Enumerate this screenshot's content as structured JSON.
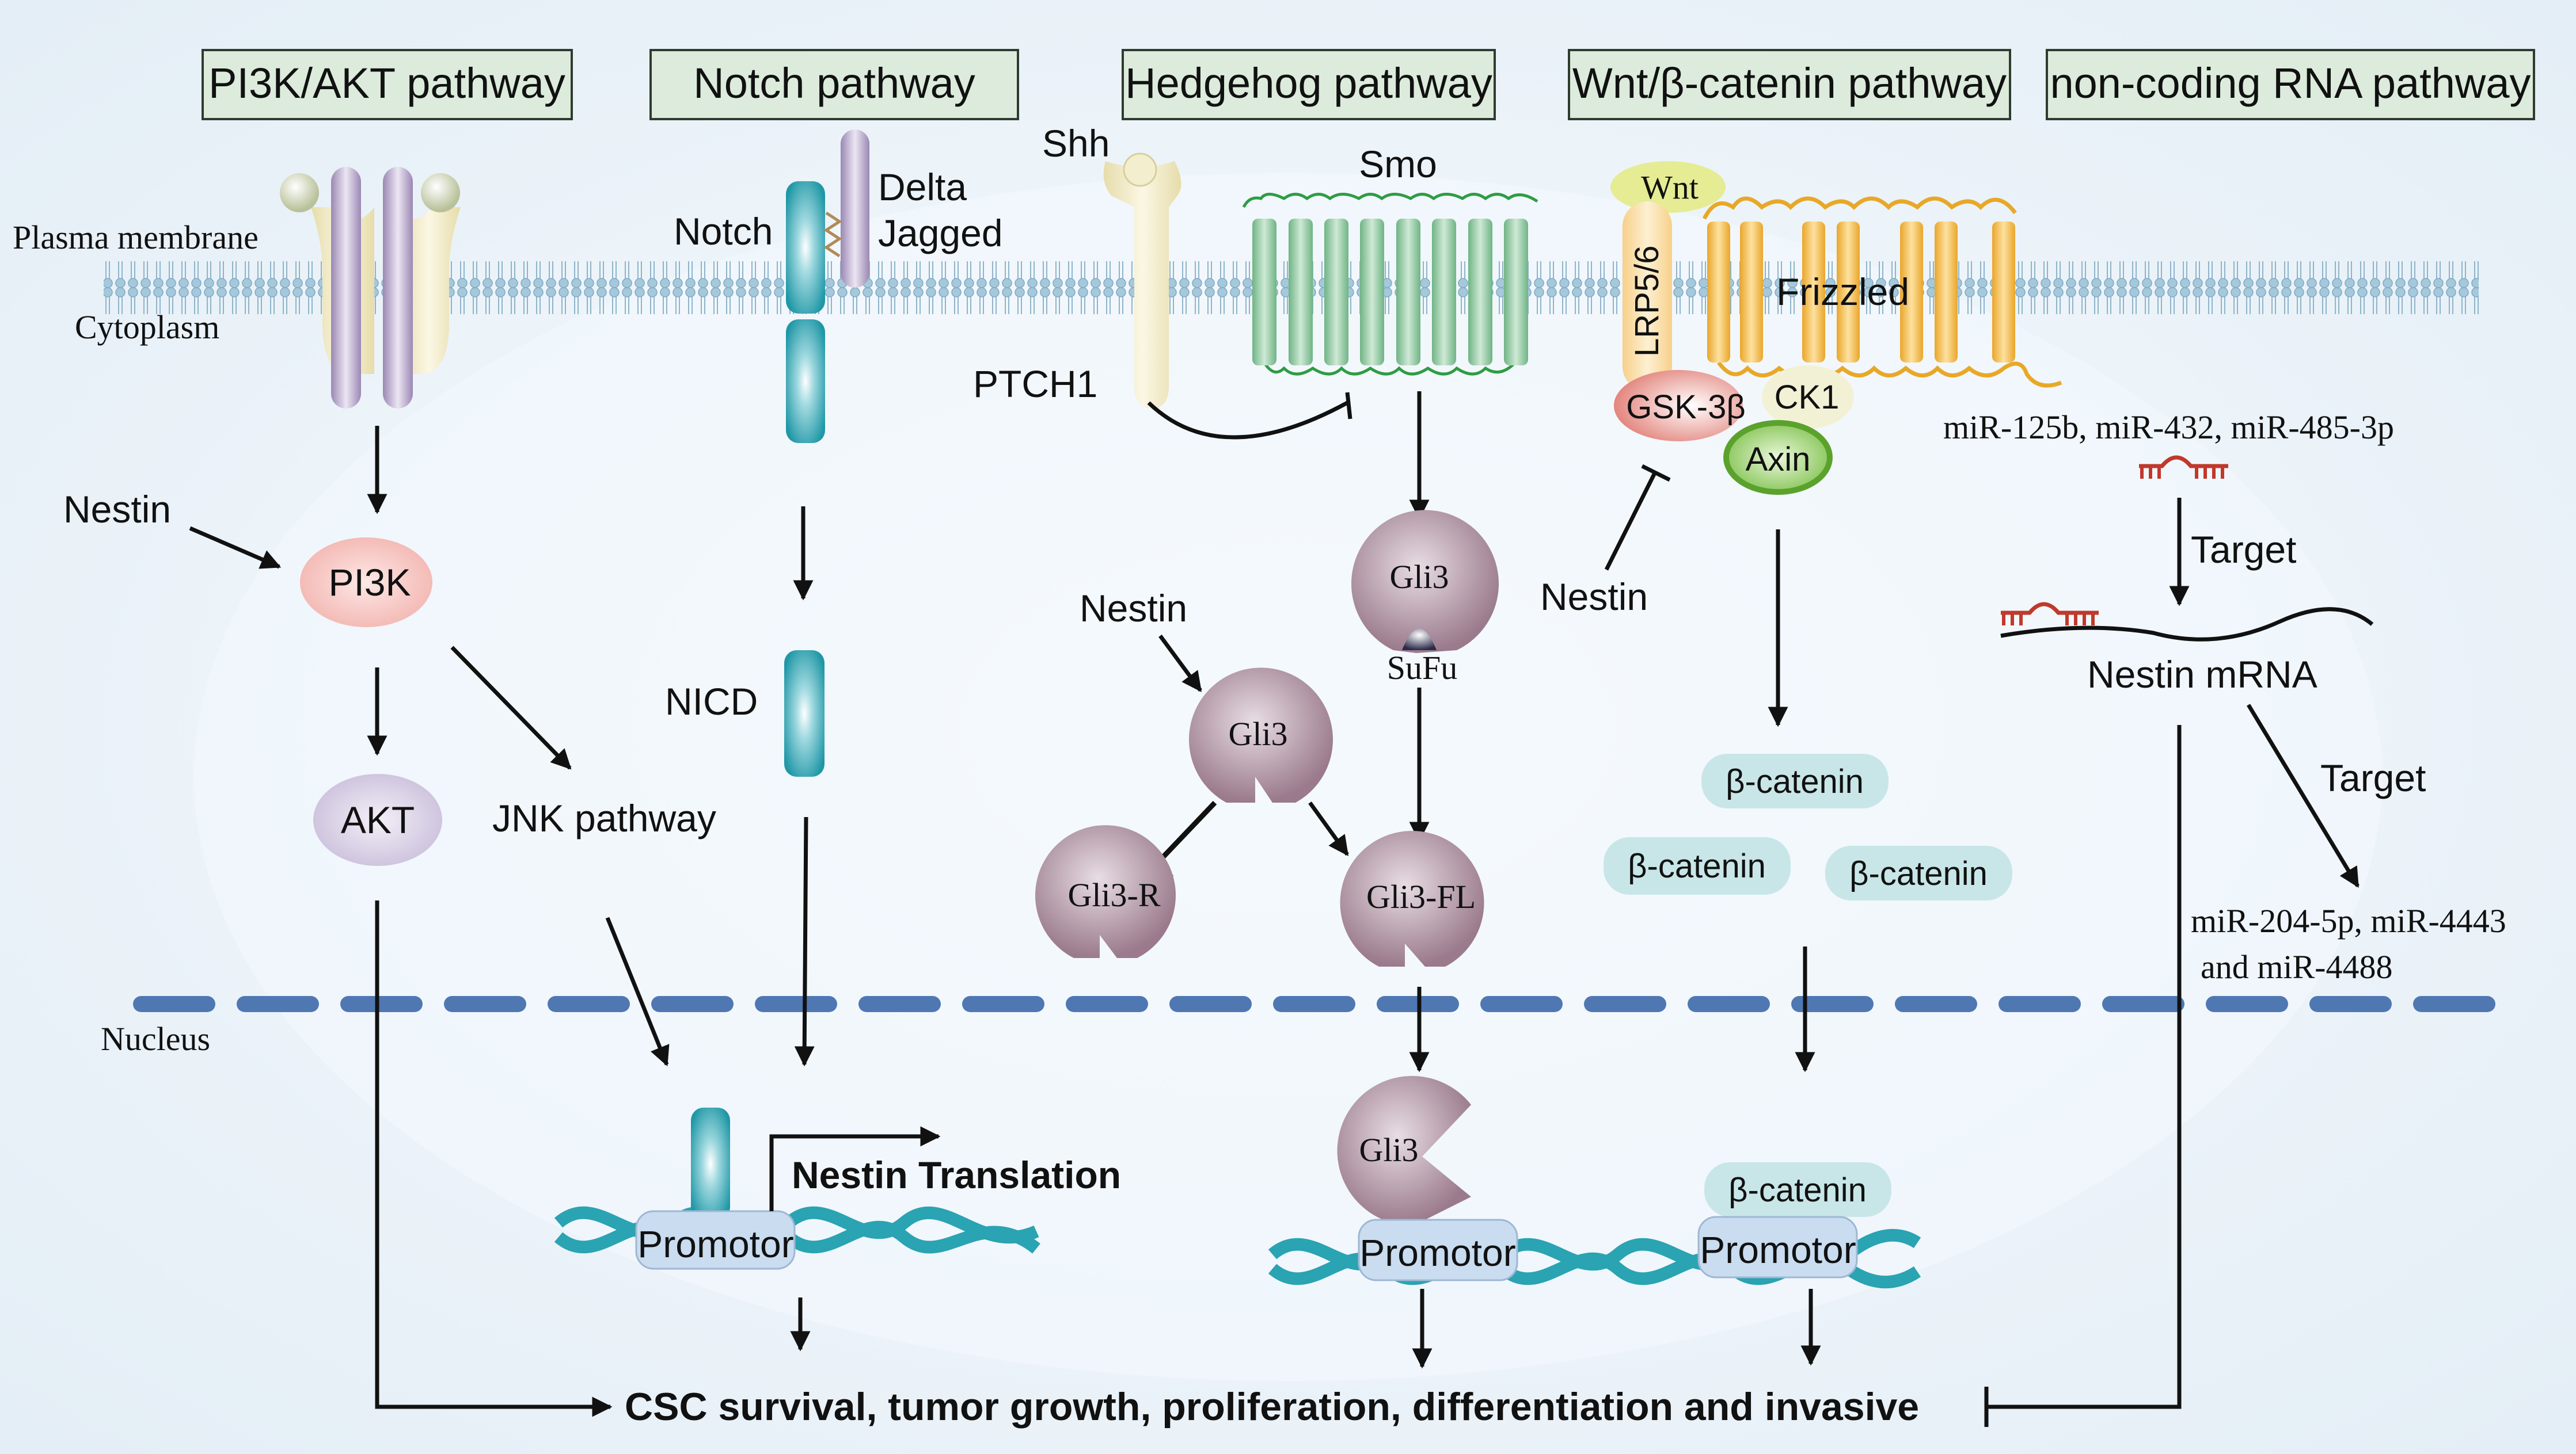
{
  "headers": {
    "pi3k": "PI3K/AKT pathway",
    "notch": "Notch pathway",
    "hedgehog": "Hedgehog pathway",
    "wnt": "Wnt/β-catenin pathway",
    "ncrna": "non-coding RNA pathway"
  },
  "membrane": {
    "plasma": "Plasma membrane",
    "cytoplasm": "Cytoplasm",
    "nucleus": "Nucleus"
  },
  "pi3k": {
    "nestin": "Nestin",
    "pi3k": "PI3K",
    "akt": "AKT",
    "jnk": "JNK pathway"
  },
  "notch": {
    "notch": "Notch",
    "delta": "Delta",
    "jagged": "Jagged",
    "nicd": "NICD",
    "promotor": "Promotor",
    "translation": "Nestin Translation"
  },
  "hedgehog": {
    "shh": "Shh",
    "smo": "Smo",
    "ptch1": "PTCH1",
    "gli3_top": "Gli3",
    "sufu": "SuFu",
    "nestin": "Nestin",
    "gli3_mid": "Gli3",
    "gli3_r": "Gli3-R",
    "gli3_fl": "Gli3-FL",
    "gli3_nuc": "Gli3",
    "promotor": "Promotor"
  },
  "wnt": {
    "wnt": "Wnt",
    "lrp": "LRP5/6",
    "frizzled": "Frizzled",
    "gsk": "GSK-3β",
    "ck1": "CK1",
    "axin": "Axin",
    "nestin": "Nestin",
    "bcat1": "β-catenin",
    "bcat2": "β-catenin",
    "bcat3": "β-catenin",
    "bcat_nuc": "β-catenin",
    "promotor": "Promotor"
  },
  "ncrna": {
    "mirs_top": "miR-125b, miR-432, miR-485-3p",
    "target1": "Target",
    "mrna": "Nestin mRNA",
    "target2": "Target",
    "mirs_bottom_1": "miR-204-5p, miR-4443",
    "mirs_bottom_2": "and miR-4488"
  },
  "outcome": "CSC survival, tumor growth, proliferation, differentiation and invasive",
  "colors": {
    "header_fill": "#dcebdc",
    "membrane": "#9fc3d6",
    "teal": "#2aa3b2",
    "gli": "#a8899a",
    "pi3k": "#f6c7c2",
    "akt": "#d8d0e4",
    "frizzled": "#f6c04a",
    "smo": "#8ec79f",
    "catenin": "#c8e6e8",
    "nucleus_dash": "#4f78b3"
  }
}
